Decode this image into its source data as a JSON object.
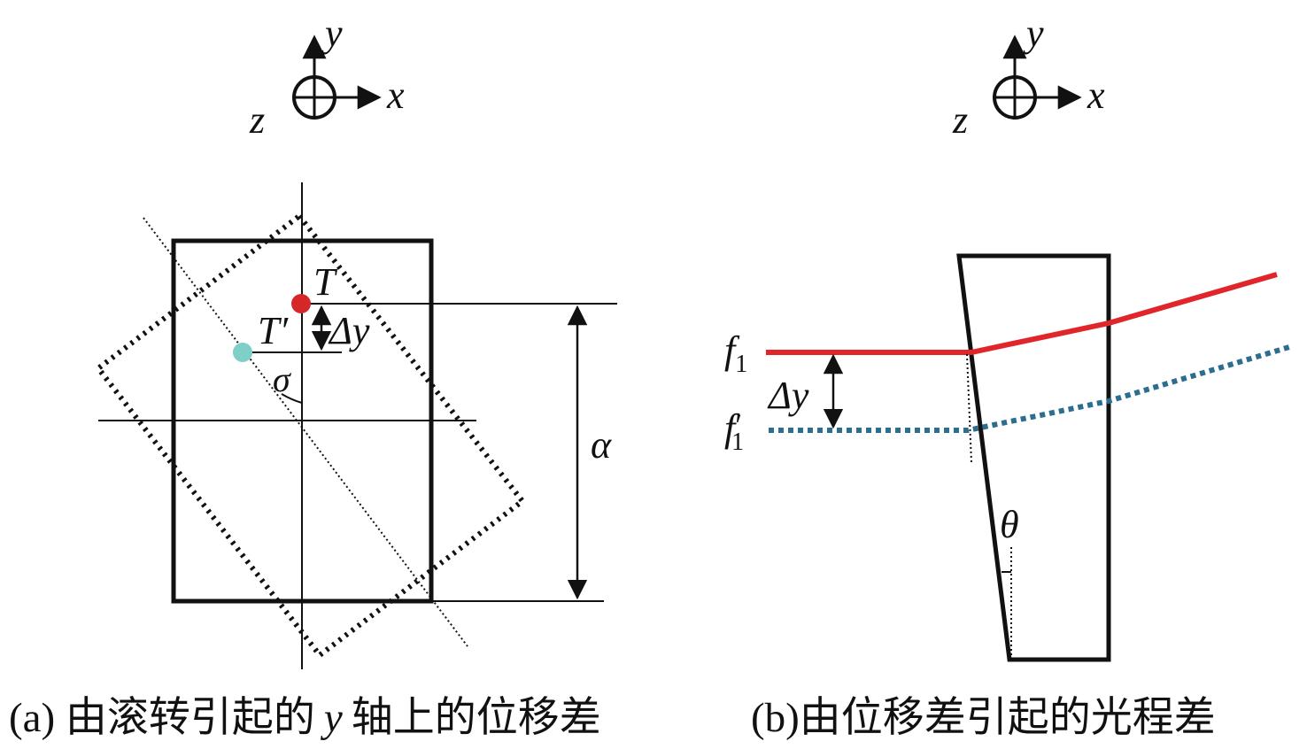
{
  "axes": {
    "x": "x",
    "y": "y",
    "z": "z"
  },
  "panel_a": {
    "point_T": "T",
    "point_T_prime": "T′",
    "delta_y": "Δy",
    "sigma": "σ",
    "alpha": "α",
    "caption_prefix": "(a) 由滚转引起的",
    "caption_axis": "y",
    "caption_suffix": "轴上的位移差"
  },
  "panel_b": {
    "f1_base": "f",
    "f1_sub": "1",
    "f1_prime_base": "f",
    "f1_prime_mark": "′",
    "f1_prime_sub": "1",
    "delta_y": "Δy",
    "theta": "θ",
    "caption": "(b)由位移差引起的光程差"
  },
  "colors": {
    "point_T": "#d62728",
    "point_T_prime": "#7ecfc8",
    "ray_f1": "#e0252b",
    "ray_f1_prime": "#2c6e8f",
    "lines": "#111111"
  }
}
